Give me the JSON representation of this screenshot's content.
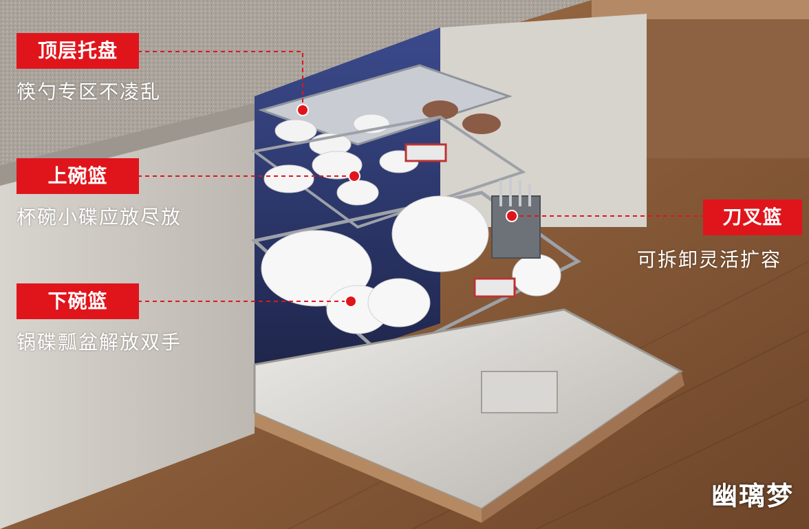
{
  "callouts": {
    "top_tray": {
      "title": "顶层托盘",
      "desc": "筷勺专区不凌乱"
    },
    "upper_basket": {
      "title": "上碗篮",
      "desc": "杯碗小碟应放尽放"
    },
    "lower_basket": {
      "title": "下碗篮",
      "desc": "锅碟瓢盆解放双手"
    },
    "cutlery_basket": {
      "title": "刀叉篮",
      "desc": "可拆卸灵活扩容"
    }
  },
  "watermark": "幽璃梦",
  "colors": {
    "accent": "#e0151c",
    "wood": "#8a5a36",
    "stone": "#b9b4ad"
  }
}
